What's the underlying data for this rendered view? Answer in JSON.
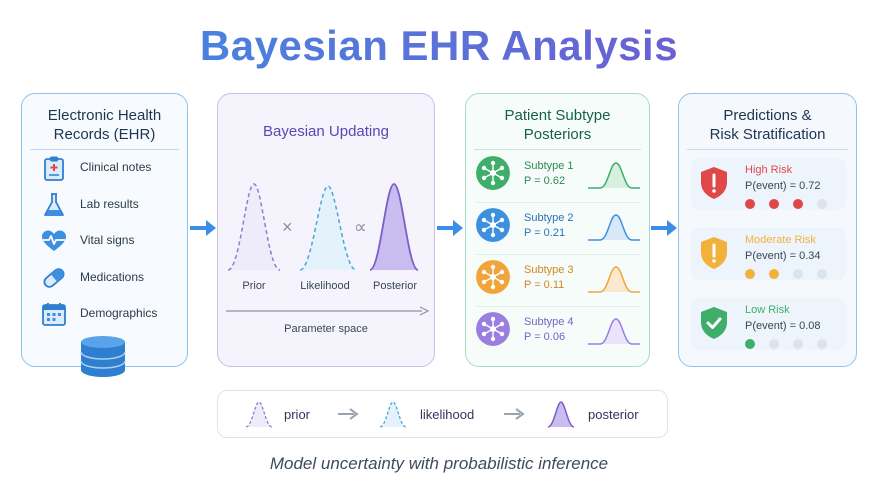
{
  "title": "Bayesian EHR Analysis",
  "ehr_panel": {
    "title_line1": "Electronic Health",
    "title_line2": "Records (EHR)",
    "items": [
      {
        "label": "Clinical notes",
        "icon": "clipboard-icon"
      },
      {
        "label": "Lab results",
        "icon": "flask-icon"
      },
      {
        "label": "Vital signs",
        "icon": "heart-pulse-icon"
      },
      {
        "label": "Medications",
        "icon": "pill-icon"
      },
      {
        "label": "Demographics",
        "icon": "calendar-icon"
      }
    ],
    "footer_icon": "database-icon"
  },
  "bayes_panel": {
    "title": "Bayesian Updating",
    "prior_label": "Prior",
    "likelihood_label": "Likelihood",
    "posterior_label": "Posterior",
    "times_symbol": "×",
    "proportional_symbol": "∝",
    "axis_label": "Parameter space"
  },
  "subtype_panel": {
    "title_line1": "Patient Subtype",
    "title_line2": "Posteriors",
    "subtypes": [
      {
        "name": "Subtype 1",
        "prob": "P = 0.62",
        "color": "#3fae6a",
        "text_color": "#2e8a52",
        "fill": "#d6efdf"
      },
      {
        "name": "Subtype 2",
        "prob": "P = 0.21",
        "color": "#3d8fe0",
        "text_color": "#2f6fb8",
        "fill": "#d8e8f8"
      },
      {
        "name": "Subtype 3",
        "prob": "P = 0.11",
        "color": "#f0a43a",
        "text_color": "#d08820",
        "fill": "#fbe9cf"
      },
      {
        "name": "Subtype 4",
        "prob": "P = 0.06",
        "color": "#9a7ee0",
        "text_color": "#7a5fc8",
        "fill": "#ebe3fa"
      }
    ]
  },
  "risk_panel": {
    "title_line1": "Predictions &",
    "title_line2": "Risk Stratification",
    "levels": [
      {
        "name": "High Risk",
        "prob": "P(event) = 0.72",
        "color": "#e04848",
        "filled_dots": 3,
        "total_dots": 4
      },
      {
        "name": "Moderate Risk",
        "prob": "P(event) = 0.34",
        "color": "#f2b23a",
        "filled_dots": 2,
        "total_dots": 4
      },
      {
        "name": "Low Risk",
        "prob": "P(event) = 0.08",
        "color": "#3fae6a",
        "filled_dots": 1,
        "total_dots": 4
      }
    ]
  },
  "legend": {
    "prior": "prior",
    "likelihood": "likelihood",
    "posterior": "posterior"
  },
  "caption": "Model uncertainty with probabilistic inference",
  "colors": {
    "prior": "#8a7fd0",
    "likelihood": "#4aa6d8",
    "posterior": "#7a5fc8",
    "arrow": "#3b8ee6"
  }
}
